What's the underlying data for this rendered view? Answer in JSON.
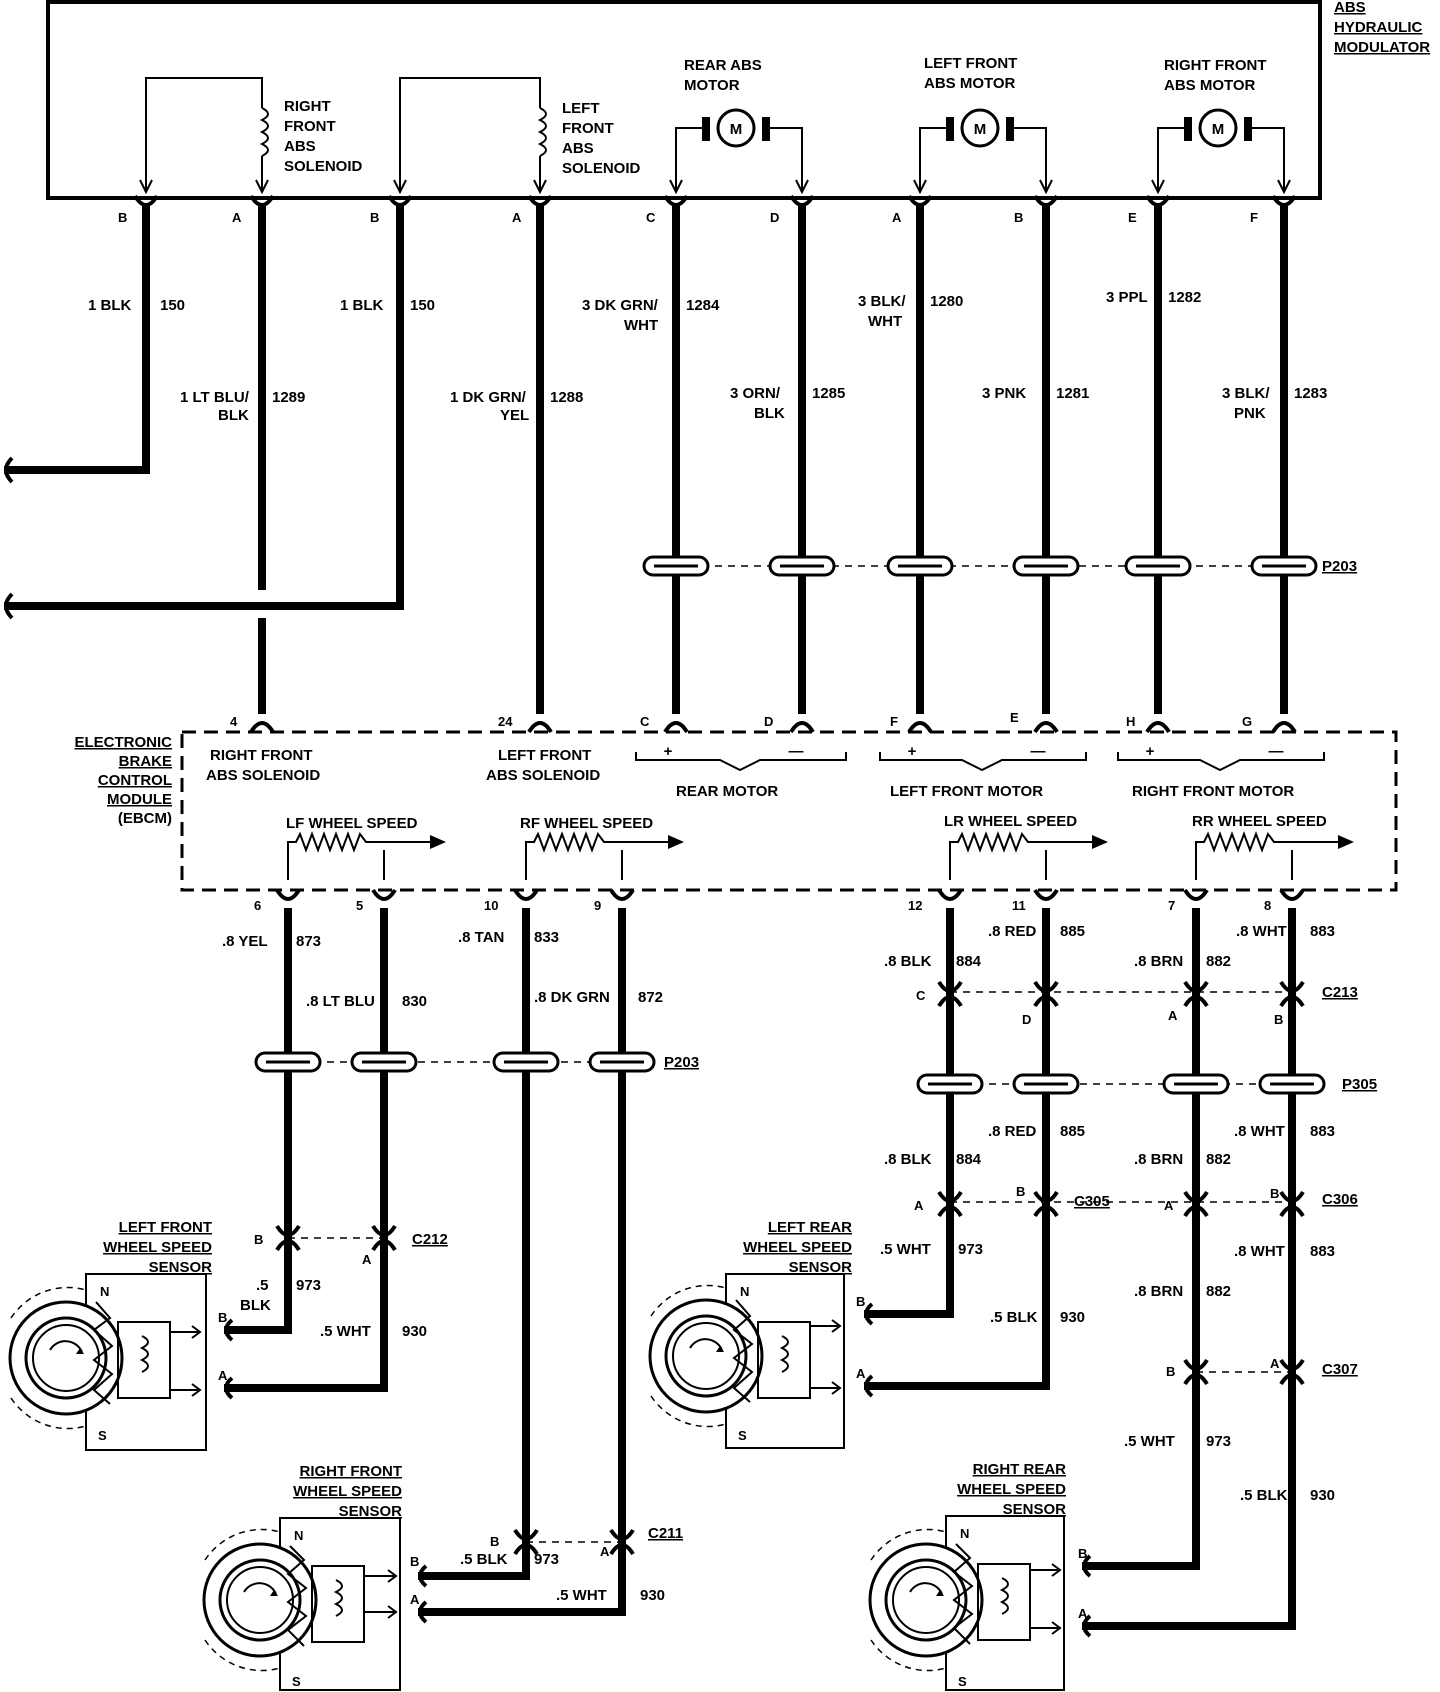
{
  "modulator": {
    "title": [
      "ABS",
      "HYDRAULIC",
      "MODULATOR"
    ]
  },
  "ebcm": {
    "title": [
      "ELECTRONIC",
      "BRAKE",
      "CONTROL",
      "MODULE",
      "(EBCM)"
    ]
  },
  "components": {
    "rf_solenoid": [
      "RIGHT",
      "FRONT",
      "ABS",
      "SOLENOID"
    ],
    "lf_solenoid": [
      "LEFT",
      "FRONT",
      "ABS",
      "SOLENOID"
    ],
    "rear_motor": [
      "REAR ABS",
      "MOTOR"
    ],
    "lf_motor": [
      "LEFT FRONT",
      "ABS MOTOR"
    ],
    "rf_motor": [
      "RIGHT FRONT",
      "ABS MOTOR"
    ],
    "motor_symbol": "M"
  },
  "ebcm_labels": {
    "rf_solenoid": [
      "RIGHT FRONT",
      "ABS SOLENOID"
    ],
    "lf_solenoid": [
      "LEFT FRONT",
      "ABS SOLENOID"
    ],
    "rear_motor": "REAR MOTOR",
    "lf_motor": "LEFT FRONT MOTOR",
    "rf_motor": "RIGHT FRONT MOTOR",
    "lf_speed": "LF WHEEL SPEED",
    "rf_speed": "RF WHEEL SPEED",
    "lr_speed": "LR WHEEL SPEED",
    "rr_speed": "RR WHEEL SPEED",
    "plus": "+",
    "minus": "—"
  },
  "top_pins": [
    "B",
    "A",
    "B",
    "A",
    "C",
    "D",
    "A",
    "B",
    "E",
    "F"
  ],
  "ebcm_top_pins": [
    "4",
    "24",
    "C",
    "D",
    "F",
    "E",
    "H",
    "G"
  ],
  "ebcm_bottom_pins": [
    "6",
    "5",
    "10",
    "9",
    "12",
    "11",
    "7",
    "8"
  ],
  "top_wires": [
    [
      "1 BLK",
      "150"
    ],
    [
      "1 LT BLU/",
      "1289",
      "BLK"
    ],
    [
      "1 BLK",
      "150"
    ],
    [
      "1 DK GRN/",
      "1288",
      "YEL"
    ],
    [
      "3 DK GRN/",
      "1284",
      "WHT"
    ],
    [
      "3 ORN/",
      "1285",
      "BLK"
    ],
    [
      "3 BLK/",
      "1280",
      "WHT"
    ],
    [
      "3 PNK",
      "1281"
    ],
    [
      "3 PPL",
      "1282"
    ],
    [
      "3 BLK/",
      "1283",
      "PNK"
    ]
  ],
  "connectors": {
    "p203": "P203",
    "c213": "C213",
    "p305": "P305",
    "c212": "C212",
    "c211": "C211",
    "c305": "C305",
    "c306": "C306",
    "c307": "C307"
  },
  "bottom_wires": {
    "lf_a": [
      ".8 YEL",
      "873"
    ],
    "lf_b": [
      ".8 LT BLU",
      "830"
    ],
    "rf_a": [
      ".8 TAN",
      "833"
    ],
    "rf_b": [
      ".8 DK GRN",
      "872"
    ],
    "lr_a": [
      ".8 BLK",
      "884"
    ],
    "lr_b": [
      ".8 RED",
      "885"
    ],
    "rr_a": [
      ".8 BRN",
      "882"
    ],
    "rr_b": [
      ".8 WHT",
      "883"
    ],
    "lr_a2": [
      ".8 BLK",
      "884"
    ],
    "lr_b2": [
      ".8 RED",
      "885"
    ],
    "rr_a2": [
      ".8 BRN",
      "882"
    ],
    "rr_b2": [
      ".8 WHT",
      "883"
    ],
    "rr_a3": [
      ".8 BRN",
      "882"
    ],
    "rr_b3": [
      ".8 WHT",
      "883"
    ],
    "lf_s1": [
      ".5",
      "973",
      "BLK"
    ],
    "lf_s2": [
      ".5 WHT",
      "930"
    ],
    "rf_s1": [
      ".5 BLK",
      "973"
    ],
    "rf_s2": [
      ".5 WHT",
      "930"
    ],
    "lr_s1": [
      ".5 WHT",
      "973"
    ],
    "lr_s2": [
      ".5 BLK",
      "930"
    ],
    "rr_s1": [
      ".5 WHT",
      "973"
    ],
    "rr_s2": [
      ".5 BLK",
      "930"
    ]
  },
  "conn_pins": {
    "c_cd": [
      "C",
      "D",
      "A",
      "B"
    ],
    "c212": [
      "B",
      "A"
    ],
    "c211": [
      "B",
      "A"
    ],
    "c305": [
      "A",
      "B"
    ],
    "c306": [
      "A",
      "B"
    ],
    "c307": [
      "B",
      "A"
    ]
  },
  "sensors": {
    "lf": [
      "LEFT FRONT",
      "WHEEL SPEED",
      "SENSOR"
    ],
    "rf": [
      "RIGHT FRONT",
      "WHEEL SPEED",
      "SENSOR"
    ],
    "lr": [
      "LEFT REAR",
      "WHEEL SPEED",
      "SENSOR"
    ],
    "rr": [
      "RIGHT REAR",
      "WHEEL SPEED",
      "SENSOR"
    ],
    "n": "N",
    "s": "S",
    "pin_b": "B",
    "pin_a": "A"
  }
}
